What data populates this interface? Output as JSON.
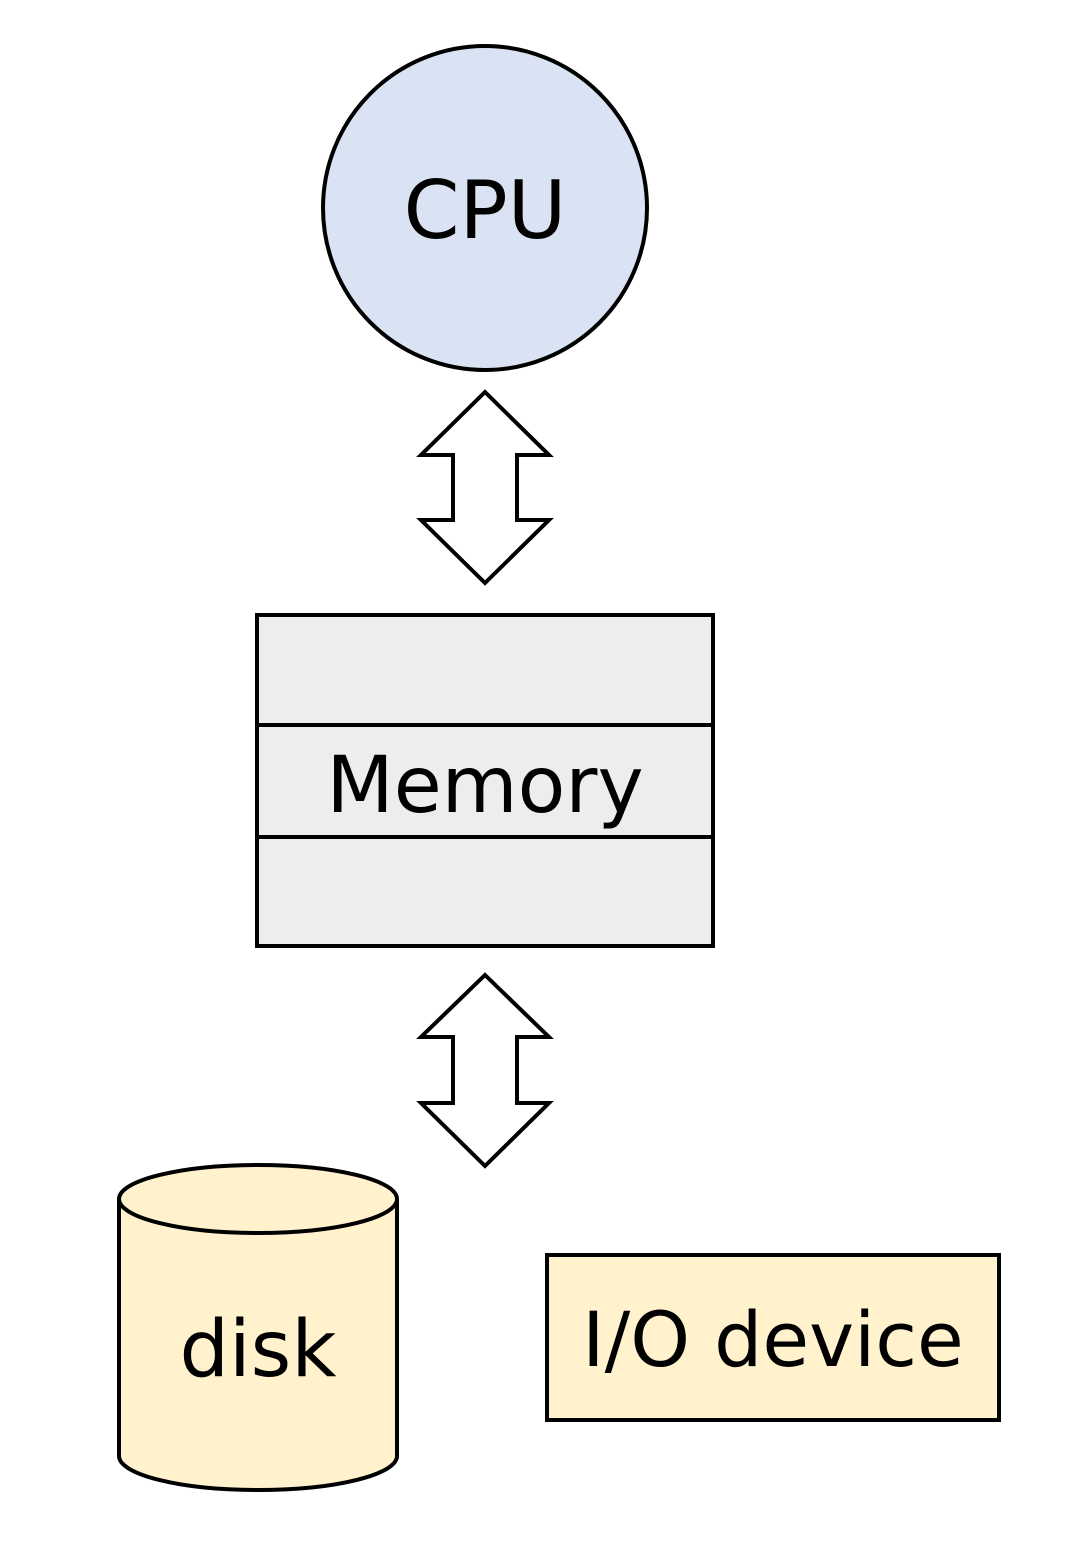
{
  "nodes": {
    "cpu": {
      "label": "CPU",
      "fill": "#dae3f3"
    },
    "memory": {
      "label": "Memory",
      "fill": "#ededed"
    },
    "disk": {
      "label": "disk",
      "fill": "#fff2cc"
    },
    "io_device": {
      "label": "I/O device",
      "fill": "#fff2cc"
    }
  },
  "connectors": {
    "cpu_memory": {
      "direction": "bidirectional"
    },
    "memory_disk": {
      "direction": "bidirectional"
    }
  },
  "colors": {
    "stroke": "#000000",
    "background": "#ffffff"
  }
}
